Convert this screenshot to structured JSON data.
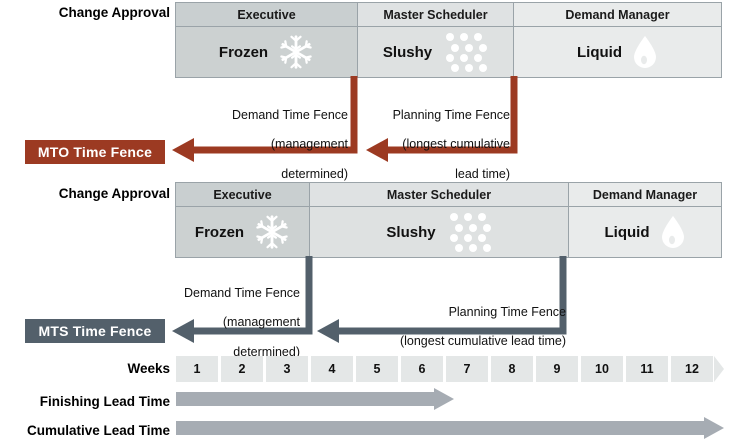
{
  "diagram": {
    "title_hidden": "",
    "colors": {
      "mto_accent": "#9c3a22",
      "mts_accent": "#53606b",
      "frozen_fill": "#ccd1d1",
      "slushy_fill": "#dee1e1",
      "liquid_fill": "#e9ebeb",
      "header_exec": "#c9cfd0",
      "header_ms": "#dfe2e3",
      "header_dm": "#e9ebeb",
      "week_fill": "#e4e7e7",
      "leadtime_bar": "#a6acb3",
      "cell_border": "#9aa3a8"
    }
  },
  "mto_section": {
    "row_label": "Change Approval",
    "headers": [
      {
        "label": "Executive"
      },
      {
        "label": "Master Scheduler"
      },
      {
        "label": "Demand Manager"
      }
    ],
    "cells": [
      {
        "label": "Frozen",
        "icon": "snowflake-icon"
      },
      {
        "label": "Slushy",
        "icon": "dot-grid-icon"
      },
      {
        "label": "Liquid",
        "icon": "water-drop-icon"
      }
    ],
    "badge": "MTO Time Fence",
    "annotations": [
      {
        "line1": "Demand Time Fence",
        "line2": "(management",
        "line3": "determined)"
      },
      {
        "line1": "Planning Time Fence",
        "line2": "(longest cumulative",
        "line3": "lead time)"
      }
    ]
  },
  "mts_section": {
    "row_label": "Change Approval",
    "headers": [
      {
        "label": "Executive"
      },
      {
        "label": "Master Scheduler"
      },
      {
        "label": "Demand Manager"
      }
    ],
    "cells": [
      {
        "label": "Frozen",
        "icon": "snowflake-icon"
      },
      {
        "label": "Slushy",
        "icon": "dot-grid-icon"
      },
      {
        "label": "Liquid",
        "icon": "water-drop-icon"
      }
    ],
    "badge": "MTS Time Fence",
    "annotations": [
      {
        "line1": "Demand Time Fence",
        "line2": "(management",
        "line3": "determined)"
      },
      {
        "line1": "Planning Time Fence",
        "line2": "(longest cumulative lead time)"
      }
    ]
  },
  "timeline": {
    "weeks_label": "Weeks",
    "weeks": [
      "1",
      "2",
      "3",
      "4",
      "5",
      "6",
      "7",
      "8",
      "9",
      "10",
      "11",
      "12"
    ],
    "bars": [
      {
        "label": "Finishing Lead Time",
        "end_week": 6.2
      },
      {
        "label": "Cumulative Lead Time",
        "end_week": 12.2
      }
    ]
  },
  "chart_data": {
    "type": "bar",
    "title": "Time Fence Structure: MTO vs MTS",
    "categories": [
      "1",
      "2",
      "3",
      "4",
      "5",
      "6",
      "7",
      "8",
      "9",
      "10",
      "11",
      "12"
    ],
    "xlabel": "Weeks",
    "ylabel": "",
    "series": [
      {
        "name": "Finishing Lead Time",
        "start_week": 1,
        "end_week": 6.2
      },
      {
        "name": "Cumulative Lead Time",
        "start_week": 1,
        "end_week": 12.2
      }
    ],
    "zones_mto": [
      {
        "name": "Frozen",
        "approver": "Executive",
        "start_week": 1,
        "end_week": 5
      },
      {
        "name": "Slushy",
        "approver": "Master Scheduler",
        "start_week": 5,
        "end_week": 8.5
      },
      {
        "name": "Liquid",
        "approver": "Demand Manager",
        "start_week": 8.5,
        "end_week": 13
      }
    ],
    "zones_mts": [
      {
        "name": "Frozen",
        "approver": "Executive",
        "start_week": 1,
        "end_week": 4
      },
      {
        "name": "Slushy",
        "approver": "Master Scheduler",
        "start_week": 4,
        "end_week": 9.8
      },
      {
        "name": "Liquid",
        "approver": "Demand Manager",
        "start_week": 9.8,
        "end_week": 13
      }
    ]
  }
}
